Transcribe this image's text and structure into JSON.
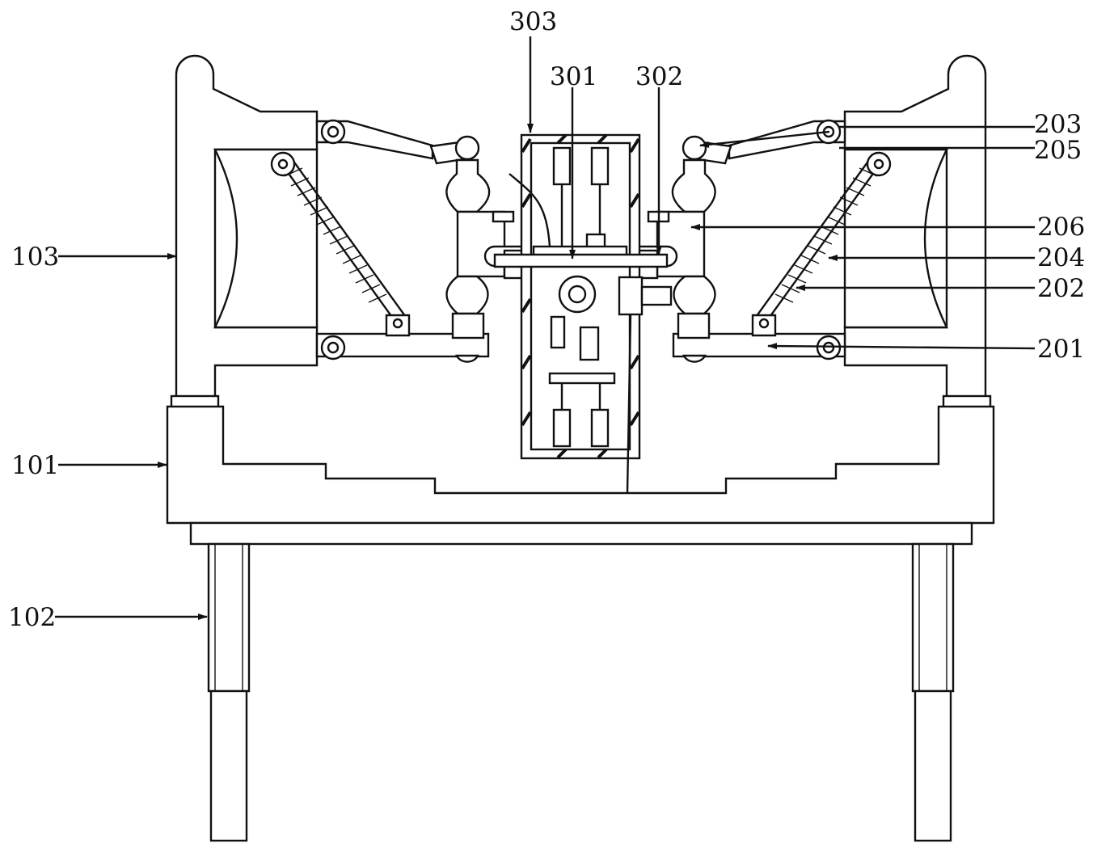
{
  "labels": {
    "l303": "303",
    "l301": "301",
    "l302": "302",
    "l203": "203",
    "l205": "205",
    "l206": "206",
    "l204": "204",
    "l202": "202",
    "l201": "201",
    "l103": "103",
    "l101": "101",
    "l102": "102"
  }
}
